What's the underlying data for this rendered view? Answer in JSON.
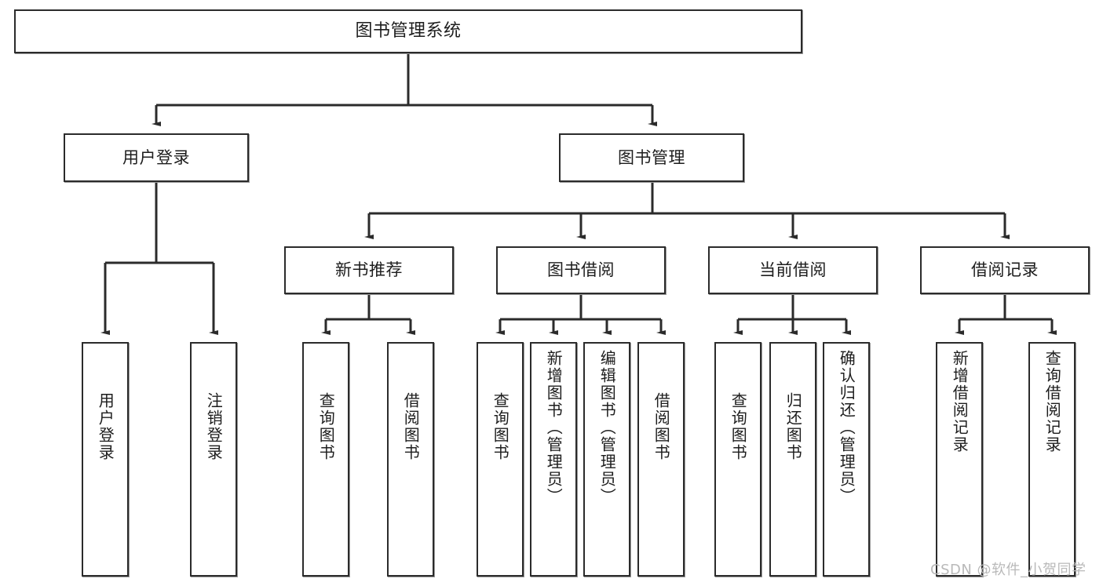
{
  "diagram": {
    "title": "图书管理系统",
    "type": "tree",
    "watermark": "CSDN @软件_小贺同学",
    "colors": {
      "box_border": "#2b2b2b",
      "box_fill": "#ffffff",
      "line": "#2b2b2b",
      "text": "#1d1d1d",
      "watermark": "#b9b9b9"
    },
    "root": {
      "label": "图书管理系统"
    },
    "level2": [
      {
        "label": "用户登录"
      },
      {
        "label": "图书管理"
      }
    ],
    "level3": [
      {
        "label": "新书推荐"
      },
      {
        "label": "图书借阅"
      },
      {
        "label": "当前借阅"
      },
      {
        "label": "借阅记录"
      }
    ],
    "leaves": {
      "user_login": [
        {
          "label": "用户登录"
        },
        {
          "label": "注销登录"
        }
      ],
      "new_book": [
        {
          "label": "查询图书"
        },
        {
          "label": "借阅图书"
        }
      ],
      "book_borrow": [
        {
          "label": "查询图书"
        },
        {
          "label": "新增图书（管理员）"
        },
        {
          "label": "编辑图书（管理员）"
        },
        {
          "label": "借阅图书"
        }
      ],
      "current_borrow": [
        {
          "label": "查询图书"
        },
        {
          "label": "归还图书"
        },
        {
          "label": "确认归还（管理员）"
        }
      ],
      "borrow_record": [
        {
          "label": "新增借阅记录"
        },
        {
          "label": "查询借阅记录"
        }
      ]
    }
  }
}
